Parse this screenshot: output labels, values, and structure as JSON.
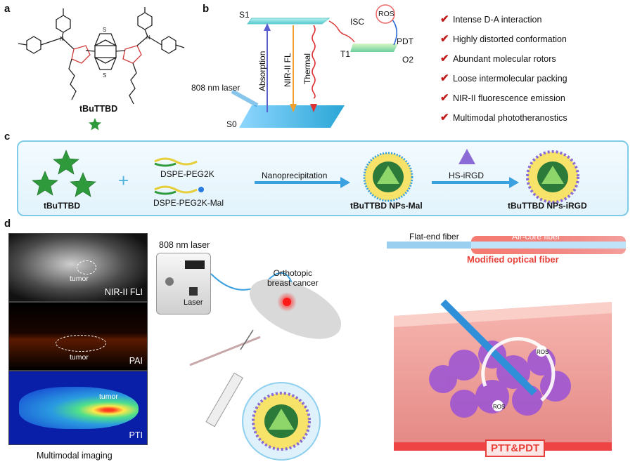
{
  "panels": {
    "a": "a",
    "b": "b",
    "c": "c",
    "d": "d"
  },
  "panel_a": {
    "molecule_name": "tBuTTBD"
  },
  "panel_b": {
    "s1": "S1",
    "s0": "S0",
    "t1": "T1",
    "absorption": "Absorption",
    "nir_fl": "NIR-II FL",
    "thermal": "Thermal",
    "isc": "ISC",
    "ros": "ROS",
    "pdt": "PDT",
    "o2": "O2",
    "laser": "808 nm laser"
  },
  "features": [
    "Intense D-A interaction",
    "Highly distorted conformation",
    "Abundant molecular rotors",
    "Loose intermolecular packing",
    "NIR-II fluorescence emission",
    "Multimodal phototheranostics"
  ],
  "panel_c": {
    "reactant": "tBuTTBD",
    "polymer1": "DSPE-PEG2K",
    "polymer2": "DSPE-PEG2K-Mal",
    "step1": "Nanoprecipitation",
    "product1": "tBuTTBD NPs-Mal",
    "step2": "HS-iRGD",
    "product2": "tBuTTBD NPs-iRGD"
  },
  "panel_d": {
    "laser_device": "808 nm laser",
    "laser_button": "Laser",
    "model": "Orthotopic\nbreast cancer",
    "fiber_left": "Flat-end fiber",
    "fiber_right": "Air-core fiber",
    "fiber_caption": "Modified optical fiber",
    "therapy": "PTT&PDT",
    "ros": "ROS",
    "imaging": [
      {
        "label": "NIR-II FLI",
        "tumor": "tumor"
      },
      {
        "label": "PAI",
        "tumor": "tumor"
      },
      {
        "label": "PTI",
        "tumor": "tumor"
      }
    ],
    "imaging_caption": "Multimodal imaging"
  },
  "colors": {
    "accent_blue": "#2aa6d6",
    "check_red": "#c21a1a",
    "fiber_red": "#e8403a",
    "np_green": "#2e9a3c"
  }
}
